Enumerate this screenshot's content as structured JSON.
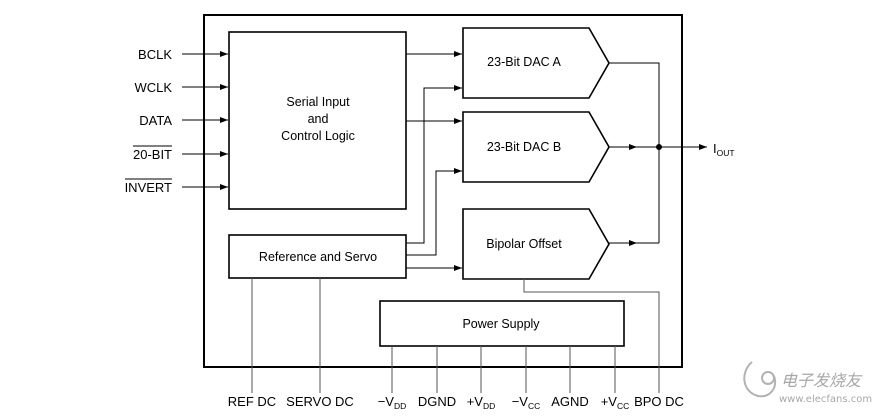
{
  "inputs": [
    "BCLK",
    "WCLK",
    "DATA",
    "20-BIT",
    "INVERT"
  ],
  "blocks": {
    "serial": [
      "Serial Input",
      "and",
      "Control Logic"
    ],
    "dac_a": "23-Bit DAC A",
    "dac_b": "23-Bit DAC B",
    "bipolar": "Bipolar Offset",
    "reference": "Reference and Servo",
    "power": "Power Supply"
  },
  "output": {
    "main": "I",
    "sub": "OUT"
  },
  "pins": {
    "ref_dc": "REF DC",
    "servo_dc": "SERVO DC",
    "vdd_neg": {
      "main": "−V",
      "sub": "DD"
    },
    "dgnd": "DGND",
    "vdd_pos": {
      "main": "+V",
      "sub": "DD"
    },
    "vcc_neg": {
      "main": "−V",
      "sub": "CC"
    },
    "agnd": "AGND",
    "vcc_pos": {
      "main": "+V",
      "sub": "CC"
    },
    "bpo_dc": "BPO DC"
  },
  "watermark": {
    "cn": "电子发烧友",
    "url": "www.elecfans.com"
  }
}
